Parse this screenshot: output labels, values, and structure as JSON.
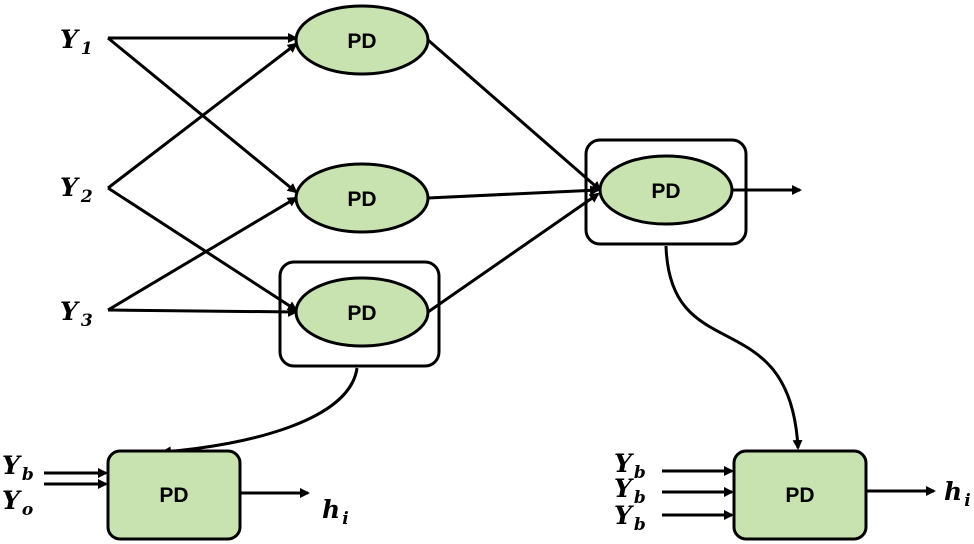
{
  "inputs": [
    {
      "base": "Y",
      "sub": "1"
    },
    {
      "base": "Y",
      "sub": "2"
    },
    {
      "base": "Y",
      "sub": "3"
    }
  ],
  "nodes": {
    "layer1_top": "PD",
    "layer1_mid": "PD",
    "layer1_bottom": "PD",
    "output_node": "PD",
    "detail_left": "PD",
    "detail_right": "PD"
  },
  "detail_left_inputs": [
    {
      "base": "Y",
      "sub": "b"
    },
    {
      "base": "Y",
      "sub": "o"
    }
  ],
  "detail_right_inputs": [
    {
      "base": "Y",
      "sub": "b"
    },
    {
      "base": "Y",
      "sub": "b"
    },
    {
      "base": "Y",
      "sub": "b"
    }
  ],
  "outputs": {
    "left": {
      "base": "h",
      "sub": "i"
    },
    "right": {
      "base": "h",
      "sub": "i"
    }
  }
}
